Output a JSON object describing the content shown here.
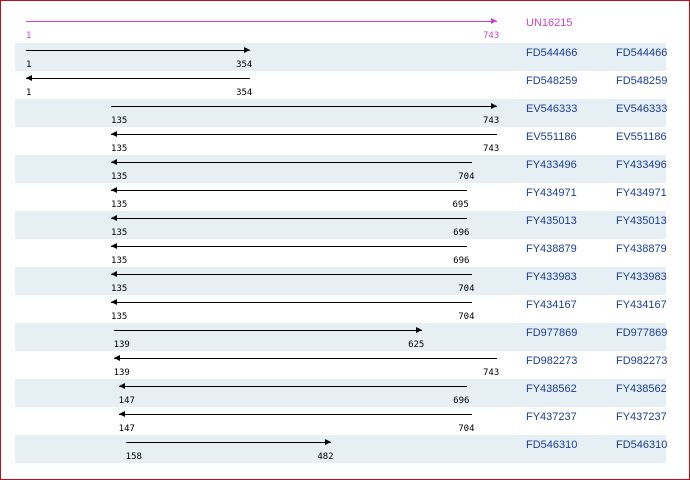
{
  "reference": {
    "id": "UN16215",
    "start": 1,
    "end": 743,
    "strand": "forward"
  },
  "rows": [
    {
      "id": "FD544466",
      "start": 1,
      "end": 354,
      "strand": "forward"
    },
    {
      "id": "FD548259",
      "start": 1,
      "end": 354,
      "strand": "reverse"
    },
    {
      "id": "EV546333",
      "start": 135,
      "end": 743,
      "strand": "forward"
    },
    {
      "id": "EV551186",
      "start": 135,
      "end": 743,
      "strand": "reverse"
    },
    {
      "id": "FY433496",
      "start": 135,
      "end": 704,
      "strand": "reverse"
    },
    {
      "id": "FY434971",
      "start": 135,
      "end": 695,
      "strand": "reverse"
    },
    {
      "id": "FY435013",
      "start": 135,
      "end": 696,
      "strand": "reverse"
    },
    {
      "id": "FY438879",
      "start": 135,
      "end": 696,
      "strand": "reverse"
    },
    {
      "id": "FY433983",
      "start": 135,
      "end": 704,
      "strand": "reverse"
    },
    {
      "id": "FY434167",
      "start": 135,
      "end": 704,
      "strand": "reverse"
    },
    {
      "id": "FD977869",
      "start": 139,
      "end": 625,
      "strand": "forward"
    },
    {
      "id": "FD982273",
      "start": 139,
      "end": 743,
      "strand": "reverse"
    },
    {
      "id": "FY438562",
      "start": 147,
      "end": 696,
      "strand": "reverse"
    },
    {
      "id": "FY437237",
      "start": 147,
      "end": 704,
      "strand": "reverse"
    },
    {
      "id": "FD546310",
      "start": 158,
      "end": 482,
      "strand": "forward"
    }
  ],
  "colors": {
    "border": "#c0101a",
    "reference": "#cc44cc",
    "read": "#000000",
    "link": "#1a3c9a",
    "band": "#e6f0f4"
  }
}
